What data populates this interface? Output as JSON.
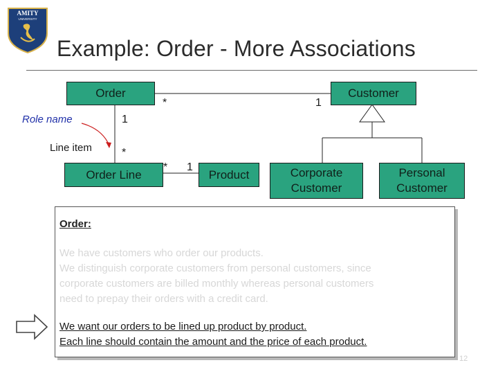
{
  "logo": {
    "text": "AMITY",
    "subtext": "UNIVERSITY"
  },
  "title": "Example: Order - More Associations",
  "diagram": {
    "classes": {
      "order": "Order",
      "customer": "Customer",
      "order_line": "Order Line",
      "product": "Product",
      "corporate_line1": "Corporate",
      "corporate_line2": "Customer",
      "personal_line1": "Personal",
      "personal_line2": "Customer"
    },
    "multiplicities": {
      "order_customer_order_end": "*",
      "order_customer_customer_end": "1",
      "order_orderline_order_end": "1",
      "order_orderline_line_end": "*",
      "orderline_product_line_end": "*",
      "orderline_product_product_end": "1"
    },
    "annotations": {
      "role_name": "Role name",
      "line_item": "Line item"
    },
    "colors": {
      "class_fill": "#2aa37f",
      "role_name_text": "#1f2fa8",
      "role_arrow": "#cc1f1f"
    }
  },
  "panel": {
    "heading": "Order:",
    "lines": [
      "We have customers who order our products.",
      "We distinguish corporate customers from personal customers, since",
      "corporate customers are billed monthly whereas personal customers",
      "need to prepay their orders with a credit card."
    ],
    "highlight": [
      "We want our orders to be lined up product by product.",
      "Each line should contain the amount and the price of each product."
    ]
  },
  "page_number": "12"
}
